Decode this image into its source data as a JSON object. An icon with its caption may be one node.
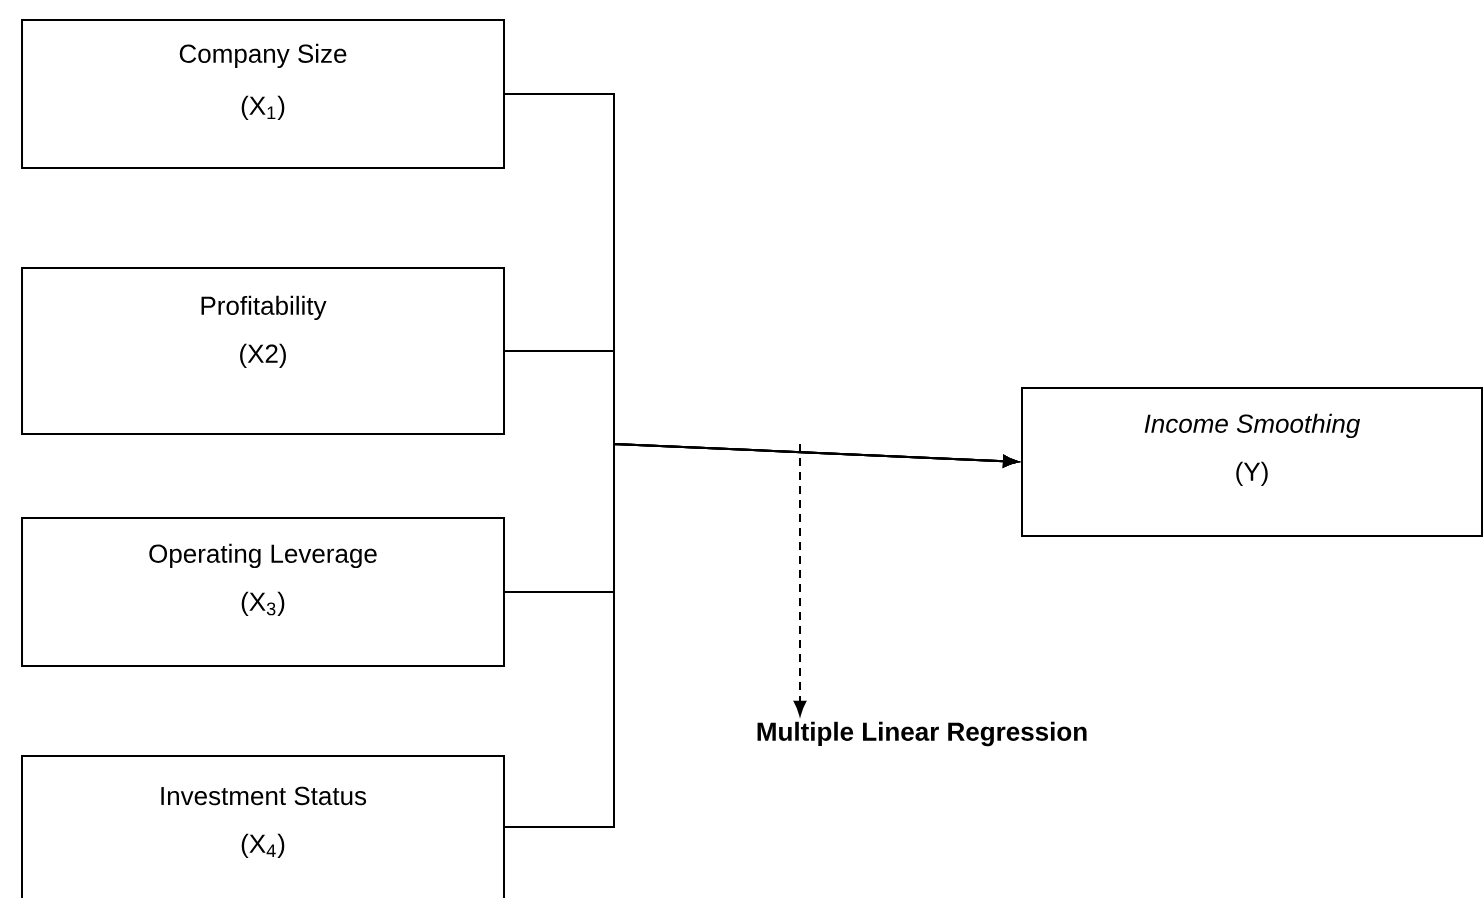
{
  "diagram": {
    "nodes": [
      {
        "text": [
          "Company Size",
          "(X$_{1}$)"
        ]
      },
      {
        "text": [
          "Profitability",
          "(X2)"
        ]
      },
      {
        "text": [
          "Operating Leverage",
          "(X$_{3}$)"
        ]
      },
      {
        "text": [
          "Investment Status",
          "(X$_{4}$)"
        ]
      },
      {
        "text": [
          "Income Smoothing",
          "(Y)"
        ]
      },
      {
        "text": [
          "Multiple Linear Regression"
        ]
      }
    ],
    "edges": [
      {
        "from": 0,
        "to": 4,
        "arrow": "to"
      },
      {
        "from": 1,
        "to": 4,
        "arrow": "to"
      },
      {
        "from": 2,
        "to": 4,
        "arrow": "to"
      },
      {
        "from": 3,
        "to": 4,
        "arrow": "to"
      },
      {
        "from": null,
        "to": 5,
        "arrow": "to",
        "style": "dashed"
      }
    ]
  }
}
